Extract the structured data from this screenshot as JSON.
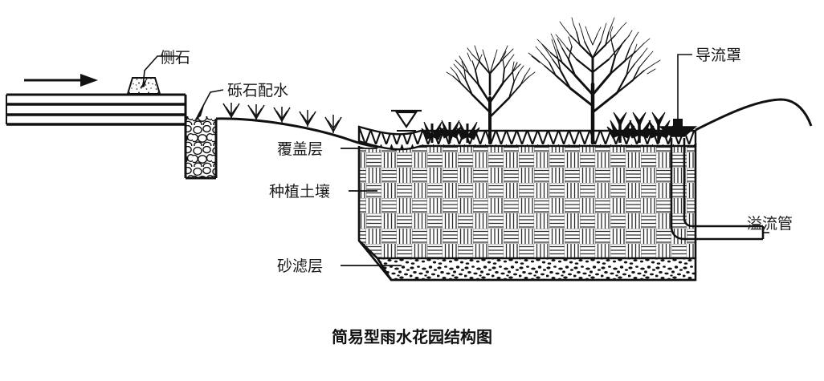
{
  "diagram": {
    "caption": "简易型雨水花园结构图",
    "labels": {
      "curb": "侧石",
      "gravel_distribution": "砾石配水",
      "mulch_layer": "覆盖层",
      "planting_soil": "种植土壤",
      "sand_filter_layer": "砂滤层",
      "flow_guide_hood": "导流罩",
      "overflow_pipe": "溢流管"
    },
    "components": [
      {
        "name": "road-pavement",
        "label": ""
      },
      {
        "name": "flow-direction-arrow",
        "label": ""
      },
      {
        "name": "curb-stone",
        "label": "侧石"
      },
      {
        "name": "gravel-trench",
        "label": "砾石配水"
      },
      {
        "name": "grass-tufts",
        "label": ""
      },
      {
        "name": "water-level-symbol",
        "label": ""
      },
      {
        "name": "tree-small",
        "label": ""
      },
      {
        "name": "tree-large",
        "label": ""
      },
      {
        "name": "shrubs",
        "label": ""
      },
      {
        "name": "mulch-layer",
        "label": "覆盖层"
      },
      {
        "name": "planting-soil-layer",
        "label": "种植土壤"
      },
      {
        "name": "sand-filter-layer",
        "label": "砂滤层"
      },
      {
        "name": "flow-guide-hood",
        "label": "导流罩"
      },
      {
        "name": "overflow-pipe",
        "label": "溢流管"
      },
      {
        "name": "embankment-slope",
        "label": ""
      }
    ],
    "colors": {
      "line": "#111111",
      "text": "#1a1a1a",
      "background": "#ffffff",
      "fill_light": "#f2f2f2"
    }
  }
}
